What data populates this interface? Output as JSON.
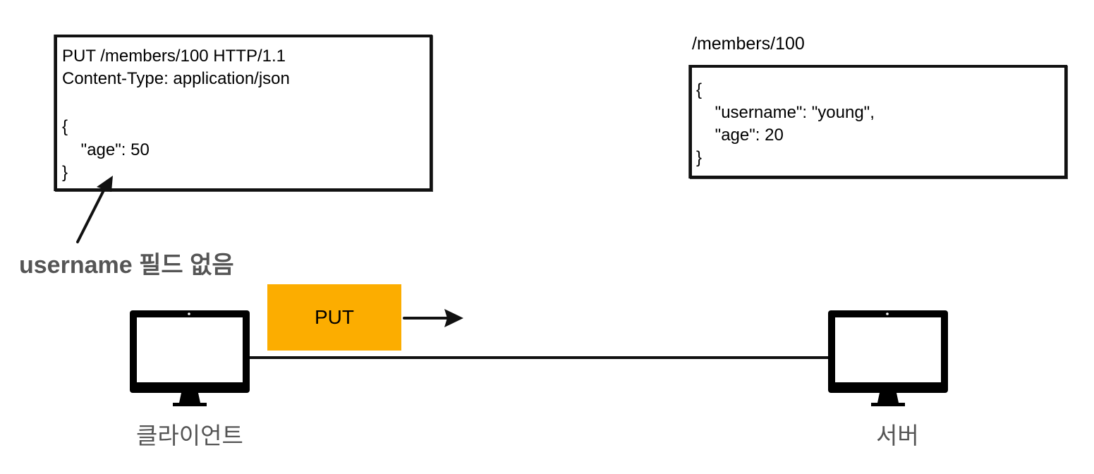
{
  "request": {
    "lines": [
      "PUT /members/100 HTTP/1.1",
      "Content-Type: application/json",
      "",
      "{",
      "    \"age\": 50",
      "}"
    ]
  },
  "resource": {
    "path": "/members/100",
    "lines": [
      "{",
      "    \"username\": \"young\",",
      "    \"age\": 20",
      "}"
    ]
  },
  "annotation": "username 필드 없음",
  "method": "PUT",
  "client_label": "클라이언트",
  "server_label": "서버",
  "colors": {
    "method_box": "#fcad00",
    "caption_gray": "#555555"
  },
  "icons": [
    "monitor-icon",
    "monitor-icon",
    "arrow-right-icon",
    "arrow-pointer-icon"
  ]
}
